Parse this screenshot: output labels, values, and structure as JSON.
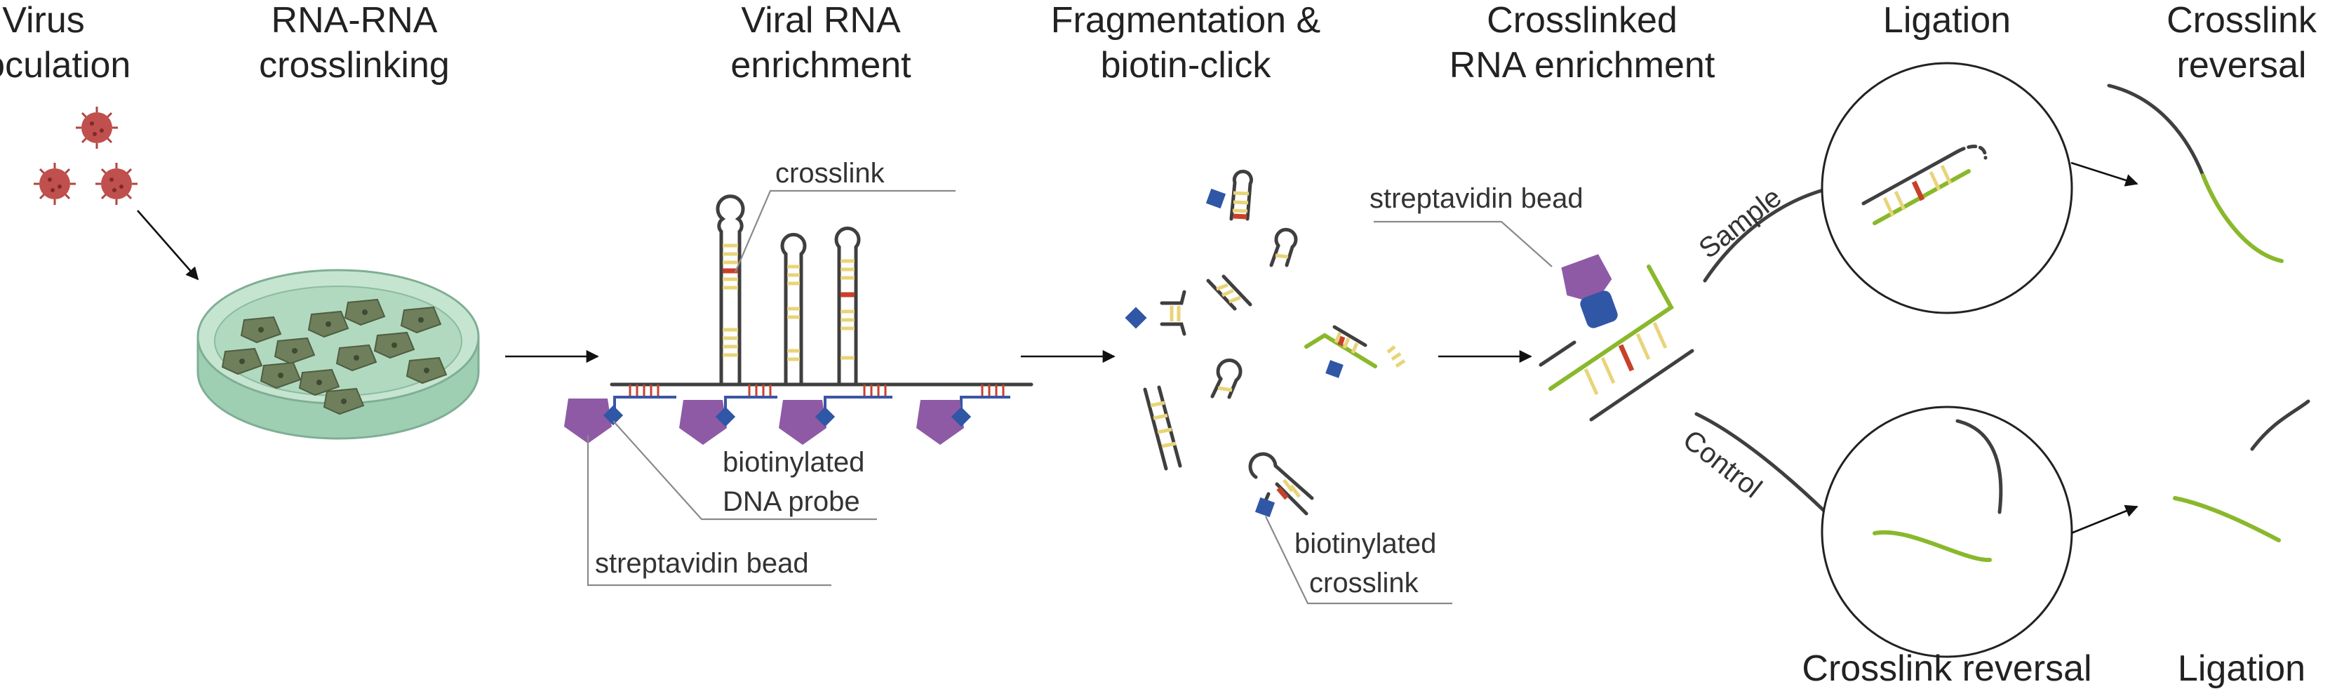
{
  "steps": [
    {
      "line1": "Virus",
      "line2": "inoculation"
    },
    {
      "line1": "RNA-RNA",
      "line2": "crosslinking"
    },
    {
      "line1": "Viral RNA",
      "line2": "enrichment"
    },
    {
      "line1": "Fragmentation &",
      "line2": "biotin-click"
    },
    {
      "line1": "Crosslinked",
      "line2": "RNA enrichment"
    },
    {
      "line1": "Ligation",
      "line2": ""
    },
    {
      "line1": "Crosslink",
      "line2": "reversal"
    }
  ],
  "labels": {
    "crosslink": "crosslink",
    "biotinylated_probe_1": "biotinylated",
    "biotinylated_probe_2": "DNA probe",
    "streptavidin_bead": "streptavidin bead",
    "streptavidin_bead_2": "streptavidin bead",
    "biotinylated_crosslink_1": "biotinylated",
    "biotinylated_crosslink_2": "crosslink",
    "branch_sample": "Sample",
    "branch_control": "Control",
    "bottom_crosslink_reversal": "Crosslink reversal",
    "bottom_ligation": "Ligation"
  },
  "colors": {
    "virus": "#c0504d",
    "dish": "#b8dcc6",
    "cells": "#6f7f5c",
    "bead": "#8e5aa6",
    "biotin": "#3056a6",
    "strand_dark": "#3f3f3f",
    "strand_green": "#8ab82c",
    "base_pair": "#e8d47a",
    "crosslink": "#c8402a"
  }
}
